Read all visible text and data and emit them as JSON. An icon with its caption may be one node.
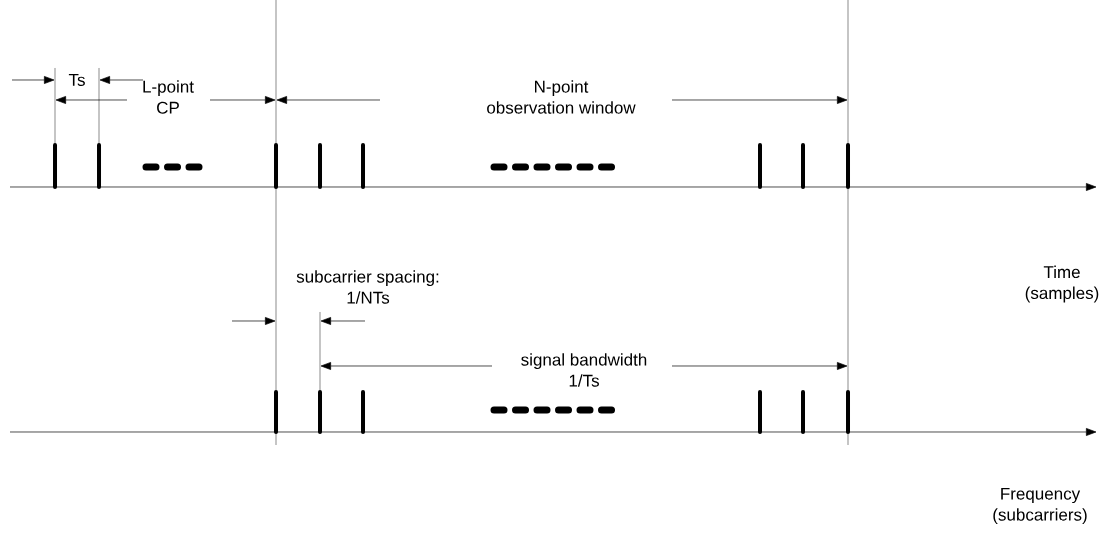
{
  "diagram": {
    "labels": [
      "Ts",
      "L-point CP",
      "N-point observation window",
      "Time (samples)",
      "subcarrier spacing: 1/NTs",
      "signal bandwidth 1/Ts",
      "Frequency (subcarriers)"
    ]
  }
}
